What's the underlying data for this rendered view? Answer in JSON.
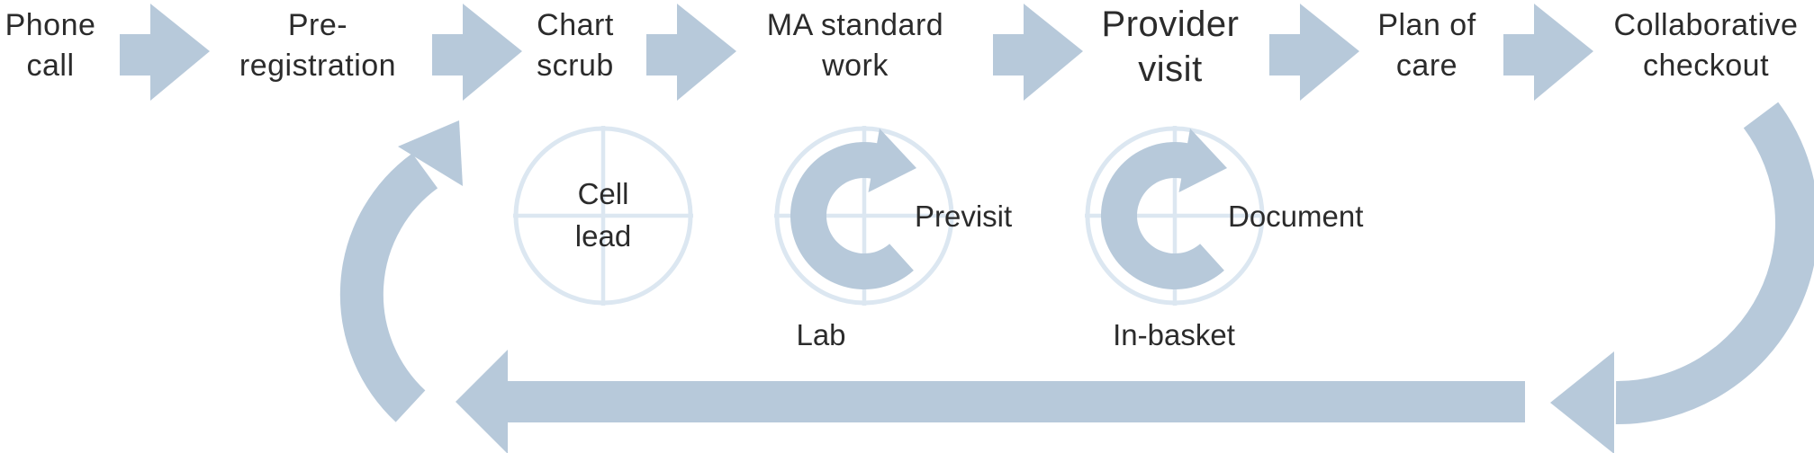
{
  "colors": {
    "arrow_fill": "#b7c9da",
    "circle_outline": "#dce7f1",
    "text": "#2b2b2b"
  },
  "flow": {
    "steps": [
      {
        "label": "Phone call",
        "line1": "Phone",
        "line2": "call"
      },
      {
        "label": "Pre-registration",
        "line1": "Pre-",
        "line2": "registration"
      },
      {
        "label": "Chart scrub",
        "line1": "Chart",
        "line2": "scrub"
      },
      {
        "label": "MA standard work",
        "line1": "MA standard",
        "line2": "work"
      },
      {
        "label": "Provider visit",
        "line1": "Provider",
        "line2": "visit"
      },
      {
        "label": "Plan of care",
        "line1": "Plan of",
        "line2": "care"
      },
      {
        "label": "Collaborative checkout",
        "line1": "Collaborative",
        "line2": "checkout"
      }
    ]
  },
  "cycles": {
    "cell_lead": {
      "label": "Cell lead",
      "line1": "Cell",
      "line2": "lead"
    },
    "previsit": "Previsit",
    "document": "Document",
    "lab": "Lab",
    "in_basket": "In-basket"
  },
  "icons": {
    "flow_arrow": "right-block-arrow",
    "crosshair_circle": "crosshair-circle",
    "cycle_arrow": "clockwise-cycle-arrow",
    "return_loop": "counterclockwise-return-loop"
  }
}
